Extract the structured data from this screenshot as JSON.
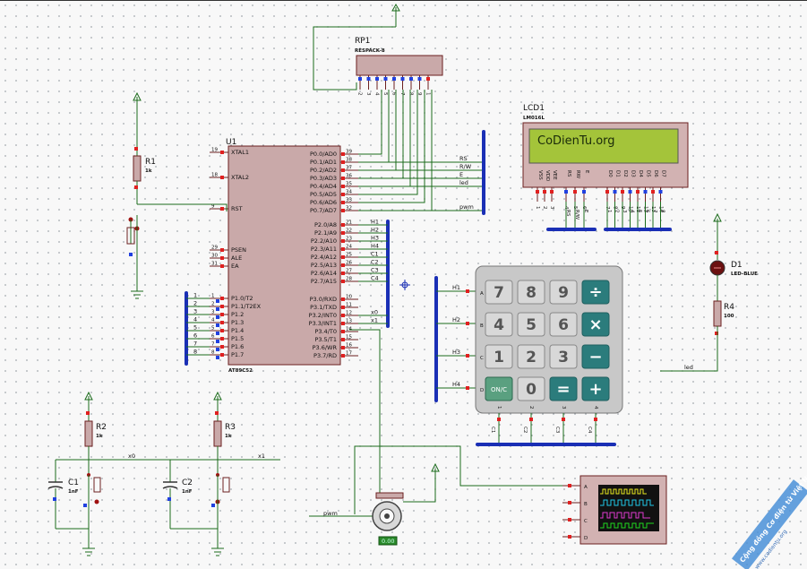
{
  "u1": {
    "ref": "U1",
    "part": "AT89C52",
    "left_pins": [
      {
        "num": "19",
        "name": "XTAL1"
      },
      {
        "num": "18",
        "name": "XTAL2"
      },
      {
        "num": "9",
        "name": "RST"
      },
      {
        "num": "29",
        "name": "PSEN"
      },
      {
        "num": "30",
        "name": "ALE"
      },
      {
        "num": "31",
        "name": "EA"
      },
      {
        "num": "1",
        "name": "P1.0/T2"
      },
      {
        "num": "2",
        "name": "P1.1/T2EX"
      },
      {
        "num": "3",
        "name": "P1.2"
      },
      {
        "num": "4",
        "name": "P1.3"
      },
      {
        "num": "5",
        "name": "P1.4"
      },
      {
        "num": "6",
        "name": "P1.5"
      },
      {
        "num": "7",
        "name": "P1.6"
      },
      {
        "num": "8",
        "name": "P1.7"
      }
    ],
    "right_pins": [
      {
        "num": "39",
        "name": "P0.0/AD0"
      },
      {
        "num": "38",
        "name": "P0.1/AD1"
      },
      {
        "num": "37",
        "name": "P0.2/AD2"
      },
      {
        "num": "36",
        "name": "P0.3/AD3"
      },
      {
        "num": "35",
        "name": "P0.4/AD4"
      },
      {
        "num": "34",
        "name": "P0.5/AD5"
      },
      {
        "num": "33",
        "name": "P0.6/AD6"
      },
      {
        "num": "32",
        "name": "P0.7/AD7"
      },
      {
        "num": "21",
        "name": "P2.0/A8"
      },
      {
        "num": "22",
        "name": "P2.1/A9"
      },
      {
        "num": "23",
        "name": "P2.2/A10"
      },
      {
        "num": "24",
        "name": "P2.3/A11"
      },
      {
        "num": "25",
        "name": "P2.4/A12"
      },
      {
        "num": "26",
        "name": "P2.5/A13"
      },
      {
        "num": "27",
        "name": "P2.6/A14"
      },
      {
        "num": "28",
        "name": "P2.7/A15"
      },
      {
        "num": "10",
        "name": "P3.0/RXD"
      },
      {
        "num": "11",
        "name": "P3.1/TXD"
      },
      {
        "num": "12",
        "name": "P3.2/INT0"
      },
      {
        "num": "13",
        "name": "P3.3/INT1"
      },
      {
        "num": "14",
        "name": "P3.4/T0"
      },
      {
        "num": "15",
        "name": "P3.5/T1"
      },
      {
        "num": "16",
        "name": "P3.6/WR"
      },
      {
        "num": "17",
        "name": "P3.7/RD"
      }
    ]
  },
  "net_labels": {
    "p0": [
      "RS",
      "R/W",
      "E",
      "led",
      "pwm"
    ],
    "p2": [
      "H1",
      "H2",
      "H3",
      "H4",
      "C1",
      "C2",
      "C3",
      "C4"
    ],
    "p3": [
      "x0",
      "x1"
    ],
    "p1_bus": [
      "1",
      "2",
      "3",
      "4",
      "5",
      "6",
      "7",
      "8"
    ],
    "r2_net": "x0",
    "r3_net": "x1",
    "motor_net": "pwm",
    "led_net": "led",
    "keypad_rows": [
      "H1",
      "H2",
      "H3",
      "H4"
    ]
  },
  "rp1": {
    "ref": "RP1",
    "part": "RESPACK-8",
    "pins": [
      "2",
      "3",
      "4",
      "5",
      "6",
      "7",
      "8",
      "9",
      "1"
    ]
  },
  "lcd": {
    "ref": "LCD1",
    "part": "LM016L",
    "text": "CoDienTu.org",
    "pins": [
      "VSS",
      "VDD",
      "VEE",
      "RS",
      "RW",
      "E",
      "D0",
      "D1",
      "D2",
      "D3",
      "D4",
      "D5",
      "D6",
      "D7"
    ],
    "pin_nums": [
      "1",
      "2",
      "3",
      "4",
      "5",
      "6",
      "7",
      "8",
      "9",
      "10",
      "11",
      "12",
      "13",
      "14"
    ],
    "bus_labels": [
      "RS",
      "R/W",
      "E",
      "1",
      "2",
      "3",
      "4",
      "5",
      "6",
      "7",
      "8"
    ]
  },
  "r1": {
    "ref": "R1",
    "value": "1k"
  },
  "r2": {
    "ref": "R2",
    "value": "1k"
  },
  "r3": {
    "ref": "R3",
    "value": "1k"
  },
  "r4": {
    "ref": "R4",
    "value": "100"
  },
  "c1": {
    "ref": "C1",
    "value": "1nF"
  },
  "c2": {
    "ref": "C2",
    "value": "1nF"
  },
  "d1": {
    "ref": "D1",
    "part": "LED-BLUE"
  },
  "keypad": {
    "rows": [
      "A",
      "B",
      "C",
      "D"
    ],
    "cols": [
      "1",
      "2",
      "3",
      "4"
    ],
    "keys": [
      [
        "7",
        "8",
        "9",
        "÷"
      ],
      [
        "4",
        "5",
        "6",
        "×"
      ],
      [
        "1",
        "2",
        "3",
        "−"
      ],
      [
        "ON/C",
        "0",
        "=",
        "+"
      ]
    ],
    "bus_labels": [
      "C1",
      "C2",
      "C3",
      "C4"
    ]
  },
  "scope": {
    "channels": [
      "A",
      "B",
      "C",
      "D"
    ]
  },
  "motor": {
    "status": "0.00"
  },
  "watermark": "Cộng đồng Cơ điện tử Việt Nam",
  "watermark_sub": "www.codientu.org",
  "colors": {
    "wire": "#1b6b1b",
    "bus": "#1a2fb5",
    "body": "#c9a9a9",
    "lcd_screen": "#a4c43a",
    "key_op": "#2b7c7c"
  }
}
